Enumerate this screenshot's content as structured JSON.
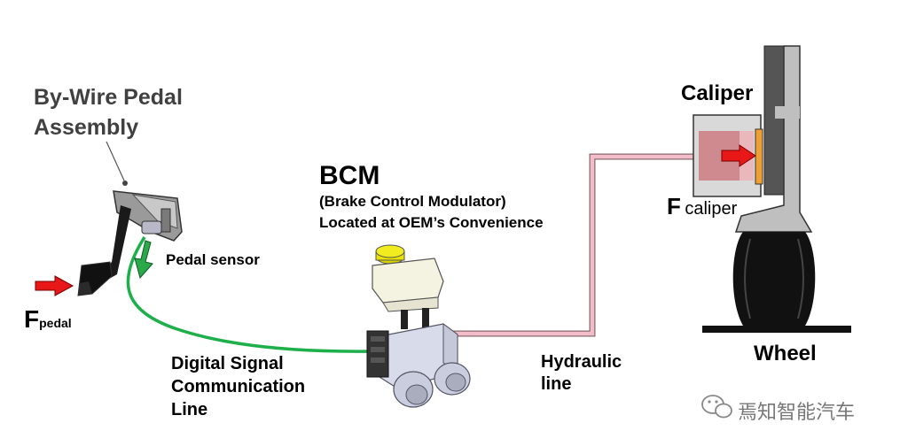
{
  "labels": {
    "pedal_assembly_line1": "By-Wire Pedal",
    "pedal_assembly_line2": "Assembly",
    "pedal_sensor": "Pedal sensor",
    "f_pedal_main": "F",
    "f_pedal_sub": "pedal",
    "bcm_title": "BCM",
    "bcm_subtitle_line1": "(Brake Control Modulator)",
    "bcm_subtitle_line2": "Located at OEM’s Convenience",
    "digital_line1": "Digital Signal",
    "digital_line2": "Communication",
    "digital_line3": "Line",
    "hydraulic_line1": "Hydraulic",
    "hydraulic_line2": "line",
    "caliper": "Caliper",
    "f_caliper_main": "F",
    "f_caliper_sub": "caliper",
    "wheel": "Wheel",
    "watermark": "焉知智能汽车"
  },
  "colors": {
    "signal_line": "#1db04a",
    "hydraulic_line": "#f2bcc8",
    "force_arrow": "#e81818",
    "sensor_arrow": "#2aa84a",
    "caliper_piston": "#cf8a90",
    "caliper_housing": "#d9d9d9",
    "rotor": "#555555",
    "tire": "#111111"
  },
  "icons": {
    "pedal": "brake-pedal-icon",
    "bcm": "brake-modulator-icon",
    "wheel": "wheel-icon",
    "watermark": "wechat-icon"
  }
}
